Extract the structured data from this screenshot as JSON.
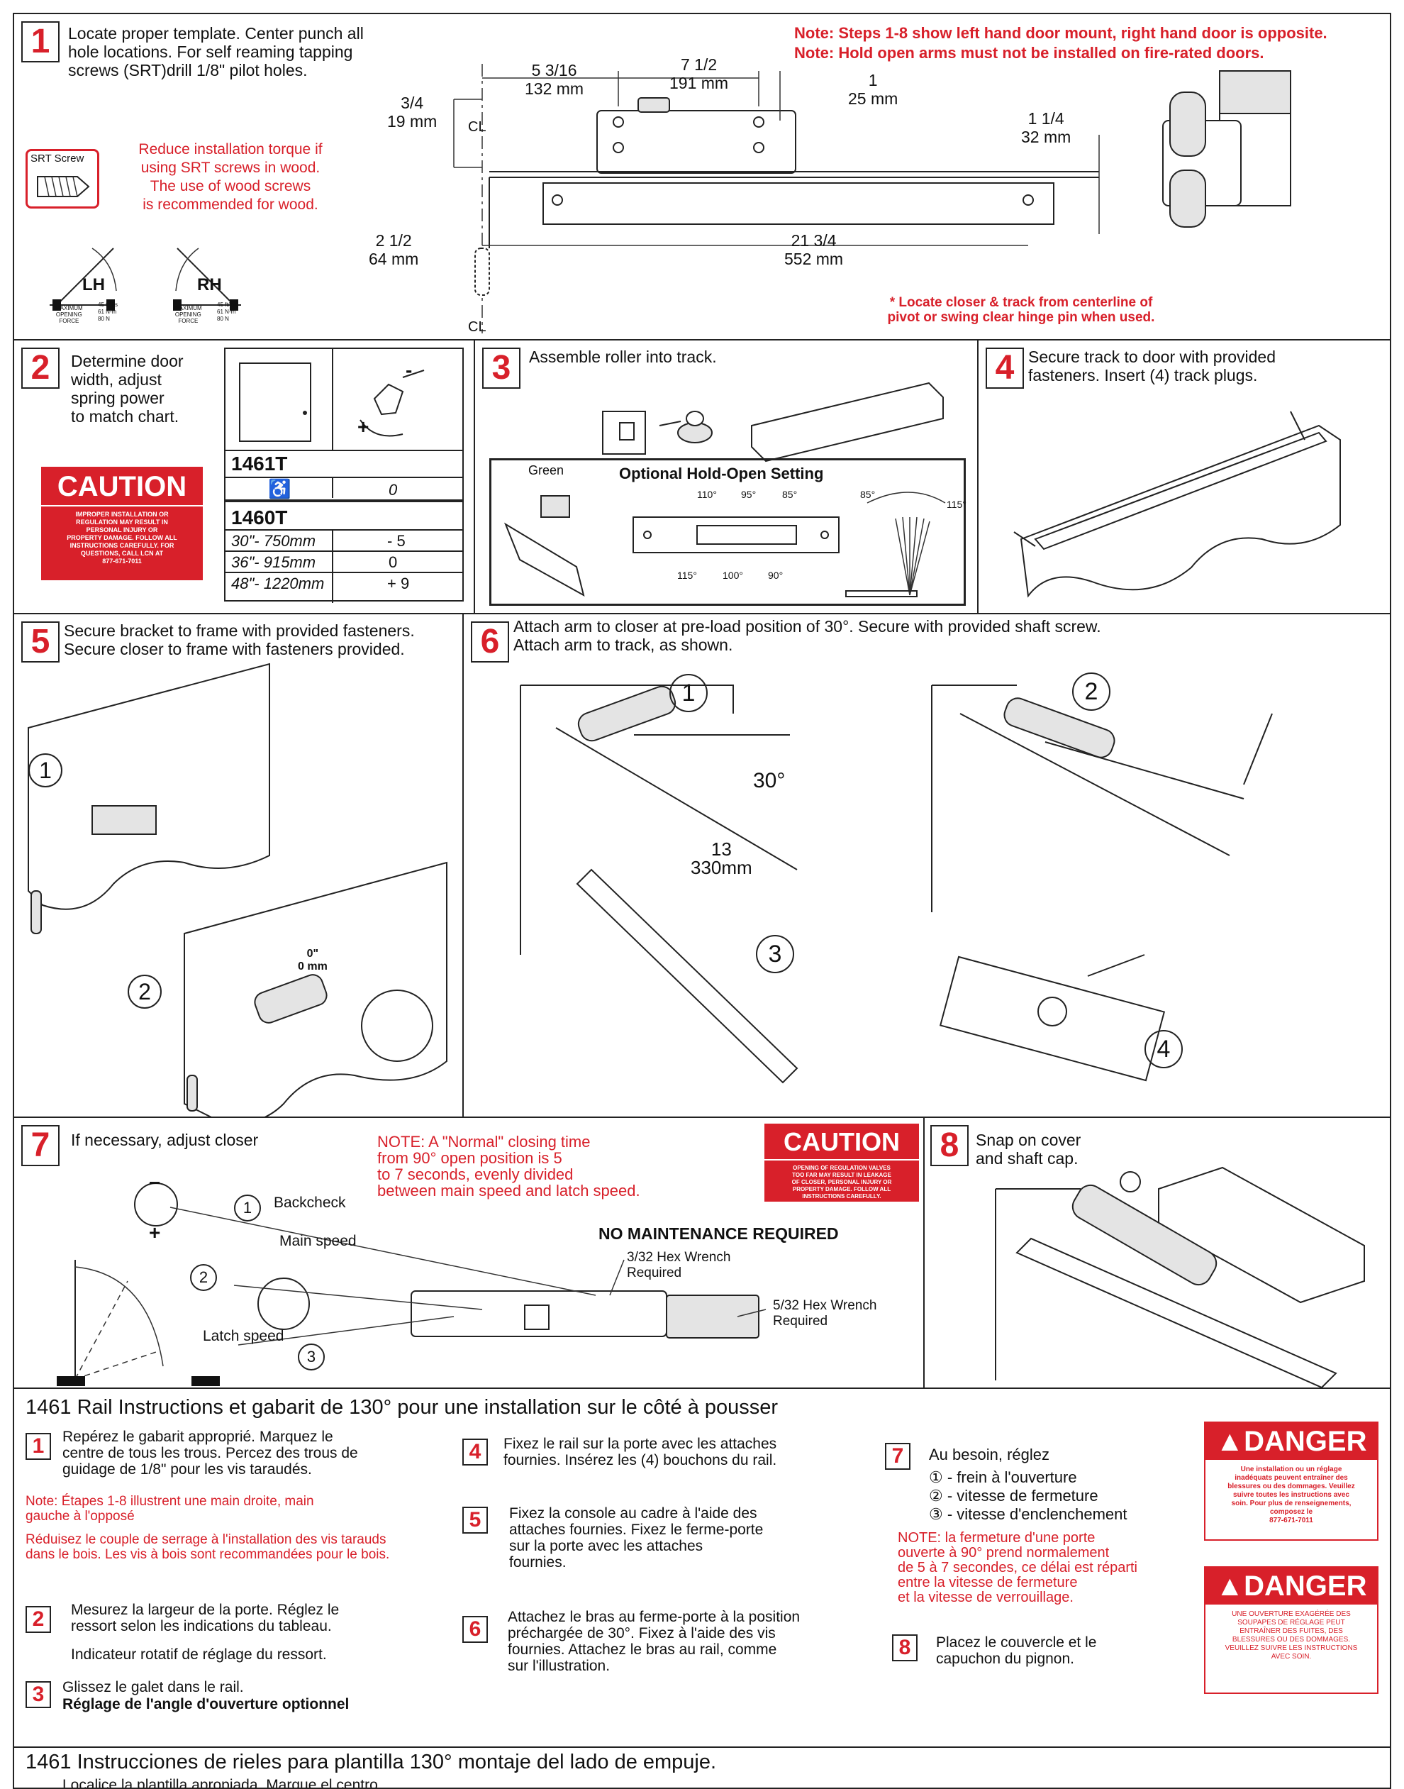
{
  "step1": {
    "number": "1",
    "instruction": "Locate proper template. Center punch all\nhole locations. For self reaming tapping\nscrews (SRT)drill 1/8\" pilot holes.",
    "note1": "Note: Steps 1-8 show left hand door mount, right hand door is opposite.",
    "note2": "Note: Hold open arms must not be installed on fire-rated doors.",
    "srt_label": "SRT Screw",
    "srt_note": "Reduce installation torque if\nusing SRT screws in wood.\nThe use of wood screws\nis recommended for wood.",
    "dim_a": "5 3/16\n132 mm",
    "dim_b": "7 1/2\n191 mm",
    "dim_c": "1\n25 mm",
    "dim_d": "3/4\n19 mm",
    "dim_e": "1 1/4\n32 mm",
    "dim_f": "2 1/2\n64 mm",
    "dim_g": "21 3/4\n552 mm",
    "cl": "CL",
    "lh": "LH",
    "rh": "RH",
    "force_label": "MAXIMUM\nOPENING\nFORCE",
    "force_values": "45 ft/lbs\n61 N-m\n80 N",
    "centerline_note": "* Locate closer & track from centerline of\npivot or swing clear hinge pin when used."
  },
  "step2": {
    "number": "2",
    "instruction": "Determine door\nwidth, adjust\nspring power\nto match chart.",
    "caution_title": "CAUTION",
    "caution_text": "IMPROPER INSTALLATION OR\nREGULATION MAY RESULT IN\nPERSONAL INJURY OR\nPROPERTY DAMAGE. FOLLOW ALL\nINSTRUCTIONS CAREFULLY. FOR\nQUESTIONS, CALL LCN AT\n877-671-7011",
    "model_1461": "1461T",
    "ada_icon": "wheelchair-icon",
    "ada_value": "0",
    "model_1460": "1460T",
    "rows": [
      {
        "width": "30\"- 750mm",
        "adjust": "- 5"
      },
      {
        "width": "36\"- 915mm",
        "adjust": "0"
      },
      {
        "width": "48\"- 1220mm",
        "adjust": "+ 9"
      }
    ],
    "minus": "-",
    "plus": "+"
  },
  "step3": {
    "number": "3",
    "instruction": "Assemble roller into track.",
    "holdopen_title": "Optional Hold-Open Setting",
    "green": "Green",
    "angles_top": [
      "110°",
      "95°",
      "85°"
    ],
    "angles_bottom": [
      "115°",
      "100°",
      "90°"
    ],
    "swing_85": "85°",
    "swing_115": "115°"
  },
  "step4": {
    "number": "4",
    "instruction": "Secure track to door with provided\nfasteners. Insert (4) track plugs."
  },
  "step5": {
    "number": "5",
    "instruction": "Secure bracket to frame with provided fasteners.\nSecure closer to frame with fasteners provided.",
    "sub1": "1",
    "sub2": "2",
    "zero": "0\"\n0 mm"
  },
  "step6": {
    "number": "6",
    "instruction": "Attach arm to closer at pre-load position of 30°.  Secure with provided shaft screw.\nAttach arm to track, as shown.",
    "sub1": "1",
    "sub2": "2",
    "sub3": "3",
    "sub4": "4",
    "angle": "30°",
    "dim": "13\n330mm"
  },
  "step7": {
    "number": "7",
    "instruction": "If necessary, adjust closer",
    "note": "NOTE: A \"Normal\" closing time\nfrom 90° open position is  5\nto 7 seconds, evenly divided\nbetween main speed and latch speed.",
    "caution_title": "CAUTION",
    "caution_text": "OPENING OF REGULATION VALVES\nTOO FAR MAY RESULT IN LEAKAGE\nOF CLOSER, PERSONAL INJURY OR\nPROPERTY DAMAGE. FOLLOW ALL\nINSTRUCTIONS CAREFULLY.",
    "no_maint": "NO MAINTENANCE REQUIRED",
    "backcheck": "Backcheck",
    "main_speed": "Main speed",
    "latch_speed": "Latch speed",
    "hex1": "3/32 Hex Wrench\nRequired",
    "hex2": "5/32 Hex Wrench\nRequired",
    "c1": "1",
    "c2": "2",
    "c3": "3",
    "minus": "−",
    "plus": "+"
  },
  "step8": {
    "number": "8",
    "instruction": "Snap on cover\nand shaft cap."
  },
  "french": {
    "title": "1461 Rail Instructions et gabarit de 130° pour une installation sur le côté à pousser",
    "s1": "Repérez le gabarit approprié.  Marquez le\ncentre de tous les trous. Percez des trous de\nguidage de 1/8\" pour les vis taraudés.",
    "note1": "Note: Étapes 1-8 illustrent une main droite, main\ngauche à l'opposé",
    "note2": "Réduisez le couple de serrage à l'installation des vis tarauds\ndans le bois.  Les vis à bois sont recommandées pour le bois.",
    "s2": "Mesurez la largeur de la porte.  Réglez le\nressort selon les indications du tableau.",
    "s2b": "Indicateur rotatif de réglage du ressort.",
    "s3": "Glissez le galet dans le rail.",
    "s3b": "Réglage de l'angle d'ouverture optionnel",
    "s4": "Fixez le rail sur la porte avec les attaches\nfournies. Insérez les (4) bouchons du rail.",
    "s5": "Fixez la console au cadre à l'aide des\nattaches fournies. Fixez le ferme-porte\nsur la porte avec les attaches\nfournies.",
    "s6": "Attachez le bras au ferme-porte à la position\npréchargée de 30°.  Fixez à l'aide des vis\nfournies. Attachez le bras au rail, comme\nsur l'illustration.",
    "s7": "Au besoin, réglez",
    "s7_items": [
      "frein à l'ouverture",
      "vitesse de fermeture",
      "vitesse d'enclenchement"
    ],
    "s7_note": "NOTE: la fermeture d'une porte\nouverte à 90° prend normalement\nde 5 à 7 secondes, ce délai est réparti\nentre la vitesse de fermeture\net la vitesse de verrouillage.",
    "s8": "Placez le couvercle et le\ncapuchon du pignon.",
    "danger_title": "DANGER",
    "danger1": "Une installation ou un réglage\ninadéquats peuvent entraîner des\nblessures ou des dommages. Veuillez\nsuivre toutes les instructions avec\nsoin. Pour plus de renseignements,\ncomposez le\n877-671-7011",
    "danger2": "UNE OUVERTURE EXAGÉRÉE DES\nSOUPAPES DE RÉGLAGE PEUT\nENTRAÎNER DES FUITES, DES\nBLESSURES OU DES DOMMAGES.\nVEUILLEZ SUIVRE LES INSTRUCTIONS\nAVEC SOIN.",
    "nums": [
      "1",
      "2",
      "3",
      "4",
      "5",
      "6",
      "7",
      "8"
    ]
  },
  "spanish": {
    "title": "1461 Instrucciones de rieles para plantilla 130° montaje del lado de empuje.",
    "s1_partial": "Localice la plantilla apropiada. Marque el centro"
  }
}
